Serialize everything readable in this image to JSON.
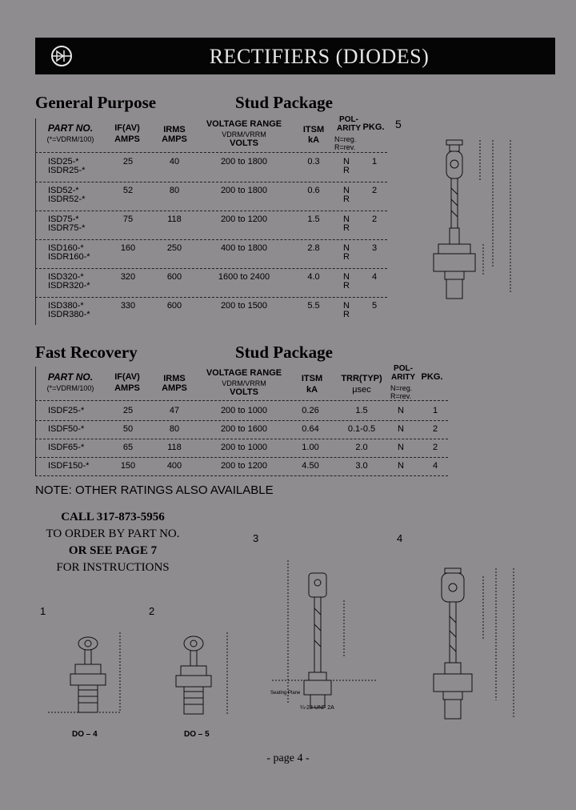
{
  "banner": {
    "title": "RECTIFIERS (DIODES)"
  },
  "general": {
    "title": "General Purpose",
    "package_title": "Stud Package",
    "headers": {
      "part": "PART NO.",
      "part_sub": "(*=VDRM/100)",
      "ifav": "IF(AV)",
      "ifav_unit": "AMPS",
      "irms": "IRMS",
      "irms_unit": "AMPS",
      "voltage": "VOLTAGE RANGE",
      "voltage_sub": "VDRM/VRRM",
      "voltage_unit": "VOLTS",
      "itsm": "ITSM",
      "itsm_unit": "kA",
      "polarity": "POL-ARITY",
      "polarity_n": "N=reg.",
      "polarity_r": "R=rev.",
      "pkg": "PKG.",
      "fig": "5"
    },
    "rows": [
      {
        "parts": [
          "ISD25-*",
          "ISDR25-*"
        ],
        "ifav": "25",
        "irms": "40",
        "voltage": "200 to 1800",
        "itsm": "0.3",
        "pol": [
          "N",
          "R"
        ],
        "pkg": "1"
      },
      {
        "parts": [
          "ISD52-*",
          "ISDR52-*"
        ],
        "ifav": "52",
        "irms": "80",
        "voltage": "200 to 1800",
        "itsm": "0.6",
        "pol": [
          "N",
          "R"
        ],
        "pkg": "2"
      },
      {
        "parts": [
          "ISD75-*",
          "ISDR75-*"
        ],
        "ifav": "75",
        "irms": "118",
        "voltage": "200 to 1200",
        "itsm": "1.5",
        "pol": [
          "N",
          "R"
        ],
        "pkg": "2"
      },
      {
        "parts": [
          "ISD160-*",
          "ISDR160-*"
        ],
        "ifav": "160",
        "irms": "250",
        "voltage": "400 to 1800",
        "itsm": "2.8",
        "pol": [
          "N",
          "R"
        ],
        "pkg": "3"
      },
      {
        "parts": [
          "ISD320-*",
          "ISDR320-*"
        ],
        "ifav": "320",
        "irms": "600",
        "voltage": "1600 to 2400",
        "itsm": "4.0",
        "pol": [
          "N",
          "R"
        ],
        "pkg": "4"
      },
      {
        "parts": [
          "ISD380-*",
          "ISDR380-*"
        ],
        "ifav": "330",
        "irms": "600",
        "voltage": "200 to 1500",
        "itsm": "5.5",
        "pol": [
          "N",
          "R"
        ],
        "pkg": "5"
      }
    ]
  },
  "fast": {
    "title": "Fast Recovery",
    "package_title": "Stud Package",
    "headers": {
      "part": "PART NO.",
      "part_sub": "(*=VDRM/100)",
      "ifav": "IF(AV)",
      "ifav_unit": "AMPS",
      "irms": "IRMS",
      "irms_unit": "AMPS",
      "voltage": "VOLTAGE RANGE",
      "voltage_sub": "VDRM/VRRM",
      "voltage_unit": "VOLTS",
      "itsm": "ITSM",
      "itsm_unit": "kA",
      "trr": "TRR(TYP)",
      "trr_unit": "µsec",
      "polarity": "POL-ARITY",
      "polarity_n": "N=reg.",
      "polarity_r": "R=rev.",
      "pkg": "PKG."
    },
    "rows": [
      {
        "part": "ISDF25-*",
        "ifav": "25",
        "irms": "47",
        "voltage": "200 to 1000",
        "itsm": "0.26",
        "trr": "1.5",
        "pol": "N",
        "pkg": "1"
      },
      {
        "part": "ISDF50-*",
        "ifav": "50",
        "irms": "80",
        "voltage": "200 to 1600",
        "itsm": "0.64",
        "trr": "0.1-0.5",
        "pol": "N",
        "pkg": "2"
      },
      {
        "part": "ISDF65-*",
        "ifav": "65",
        "irms": "118",
        "voltage": "200 to 1000",
        "itsm": "1.00",
        "trr": "2.0",
        "pol": "N",
        "pkg": "2"
      },
      {
        "part": "ISDF150-*",
        "ifav": "150",
        "irms": "400",
        "voltage": "200 to 1200",
        "itsm": "4.50",
        "trr": "3.0",
        "pol": "N",
        "pkg": "4"
      }
    ]
  },
  "note": "NOTE: OTHER RATINGS ALSO AVAILABLE",
  "call": {
    "line1": "CALL 317-873-5956",
    "line2": "TO ORDER BY PART NO.",
    "line3": "OR SEE PAGE 7",
    "line4": "FOR INSTRUCTIONS"
  },
  "figures": {
    "fig1_num": "1",
    "fig1_label": "DO – 4",
    "fig2_num": "2",
    "fig2_label": "DO – 5",
    "fig3_num": "3",
    "fig4_num": "4",
    "fig3_seating": "Seating Plane",
    "fig3_thread": "¼-28 UNF 2A"
  },
  "page": "- page 4 -"
}
